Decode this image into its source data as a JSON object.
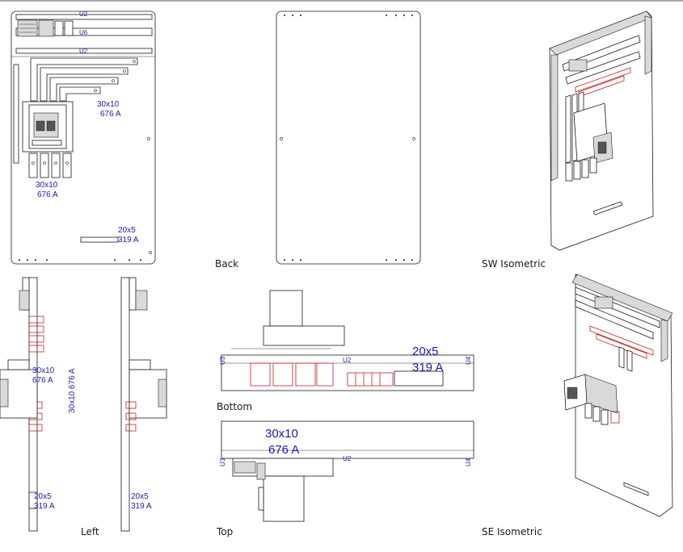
{
  "views": {
    "back": "Back",
    "sw_isometric": "SW Isometric",
    "left": "Left",
    "bottom": "Bottom",
    "top": "Top",
    "se_isometric": "SE Isometric"
  },
  "annotations": {
    "front_bar_size": "30x10",
    "front_bar_current": "676 A",
    "front_bottom_size": "30x10",
    "front_bottom_current": "676 A",
    "front_small_size": "20x5",
    "front_small_current": "319 A",
    "left_mid_size": "30x10",
    "left_mid_current": "676 A",
    "left_vert": "30x10  676 A",
    "left_low_size": "20x5",
    "left_low_current": "319 A",
    "right_low_size": "20x5",
    "right_low_current": "319 A",
    "bottom_size": "20x5",
    "bottom_current": "319 A",
    "top_size": "30x10",
    "top_current": "676 A"
  },
  "tags": {
    "u2": "U2",
    "u3": "U3",
    "u4": "U4",
    "u6": "U6"
  },
  "colors": {
    "annotation": "#1a1ab0",
    "busbar_red": "#c02020",
    "outline": "#1a1a1a"
  }
}
